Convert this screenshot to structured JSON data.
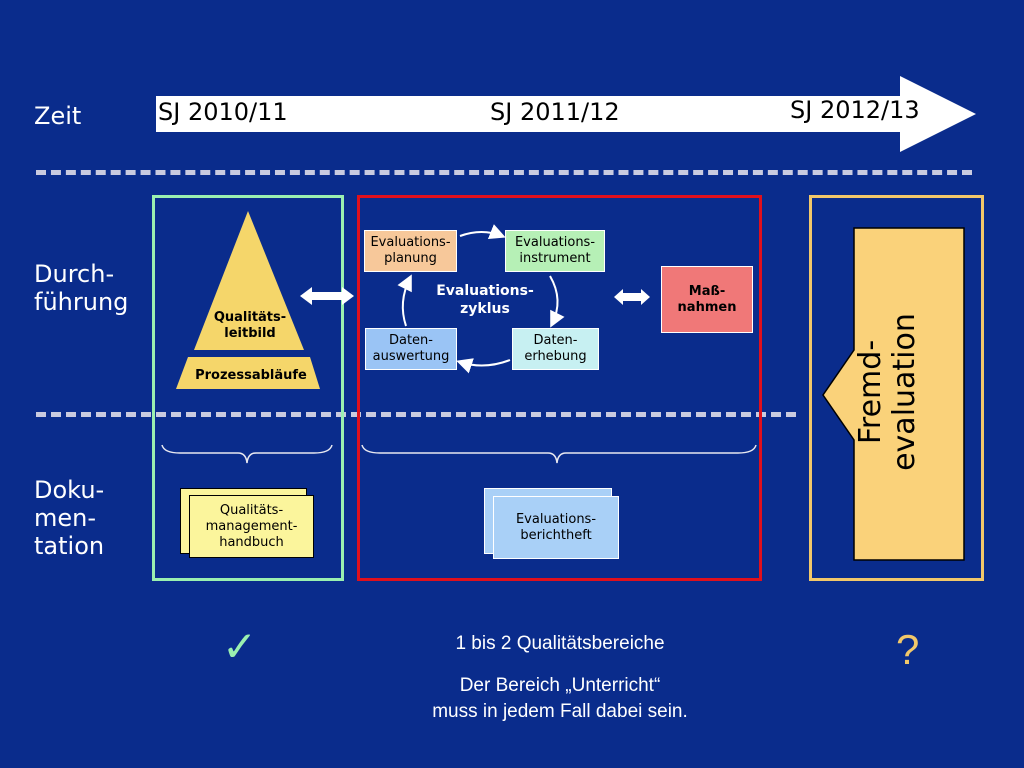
{
  "rows": {
    "zeit": "Zeit",
    "durchfuehrung": "Durch-\nführung",
    "dokumentation": "Doku-\nmen-\ntation"
  },
  "timeline": {
    "labels": [
      "SJ 2010/11",
      "SJ 2011/12",
      "SJ 2012/13"
    ]
  },
  "pyramid": {
    "top_label": "Qualitäts-\nleitbild",
    "base_label": "Prozessabläufe"
  },
  "cycle": {
    "center_label": "Evaluations-\nzyklus",
    "steps": [
      {
        "label": "Evaluations-\nplanung"
      },
      {
        "label": "Evaluations-\ninstrument"
      },
      {
        "label": "Daten-\nerhebung"
      },
      {
        "label": "Daten-\nauswertung"
      }
    ],
    "measures_label": "Maß-\nnahmen"
  },
  "documents": {
    "handbook": "Qualitäts-\nmanagement-\nhandbuch",
    "report": "Evaluations-\nberichtheft"
  },
  "external": {
    "label": "Fremd-\nevaluation"
  },
  "notes": {
    "check_symbol": "✓",
    "question_symbol": "?",
    "line1": "1 bis 2 Qualitätsbereiche",
    "line2": "Der Bereich „Unterricht“\nmuss in jedem Fall dabei sein."
  },
  "colors": {
    "background": "#0a2c8c",
    "green_frame": "#9af0b0",
    "red_frame": "#e0101c",
    "yellow_frame": "#f2c86a",
    "pyramid_fill": "#f5d66a",
    "planning": "#f7c89a",
    "instrument": "#b6f0b6",
    "collection": "#c7f0f2",
    "analysis": "#9ac4f5",
    "measures": "#f07878",
    "handbook": "#fbf59c",
    "report": "#a9d0f7",
    "external_fill": "#fad27a"
  }
}
